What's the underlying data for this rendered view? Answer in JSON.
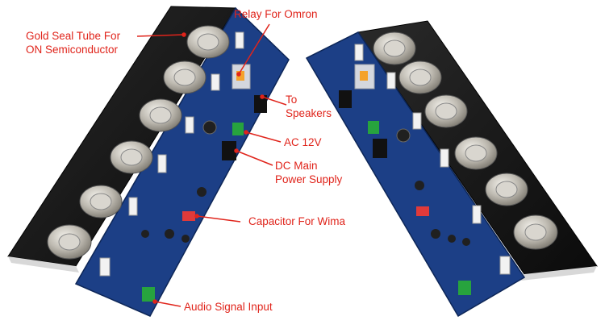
{
  "annotations": {
    "gold_seal_tube": "Gold Seal Tube For\nON Semiconductor",
    "relay": "Relay For Omron",
    "to_speakers": "To\nSpeakers",
    "ac_12v": "AC 12V",
    "dc_main": "DC Main\nPower Supply",
    "capacitor": "Capacitor For Wima",
    "audio_input": "Audio Signal Input"
  },
  "colors": {
    "annotation_text": "#e0241b",
    "pcb": "#1c3f86",
    "heatsink": "#141414",
    "transistor": "#c2bfb7"
  }
}
